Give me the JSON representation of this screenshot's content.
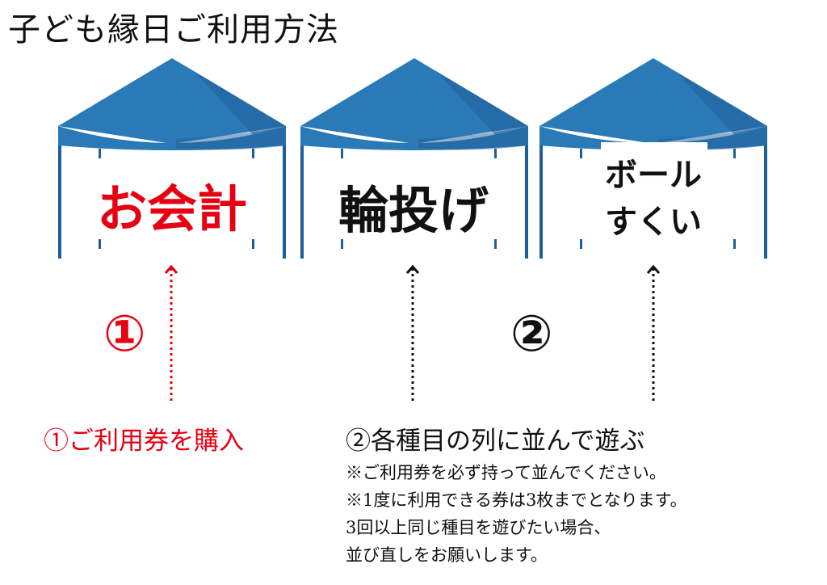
{
  "title": "子ども縁日ご利用方法",
  "tents": [
    {
      "label": "お会計",
      "color": "#e60012"
    },
    {
      "label": "輪投げ",
      "color": "#111111"
    },
    {
      "label_line1": "ボール",
      "label_line2": "すくい",
      "color": "#111111"
    }
  ],
  "markers": {
    "one": "①",
    "two": "②"
  },
  "steps": {
    "step1": "①ご利用券を購入",
    "step2": "②各種目の列に並んで遊ぶ"
  },
  "notes": [
    "※ご利用券を必ず持って並んでください。",
    "※1度に利用できる券は3枚までとなります。",
    "3回以上同じ種目を遊びたい場合、",
    "並び直しをお願いします。"
  ],
  "colors": {
    "canopy": "#2a7ab8",
    "canopy_dark": "#1f5f99",
    "pole": "#1f5f99",
    "accent_red": "#e60012"
  }
}
